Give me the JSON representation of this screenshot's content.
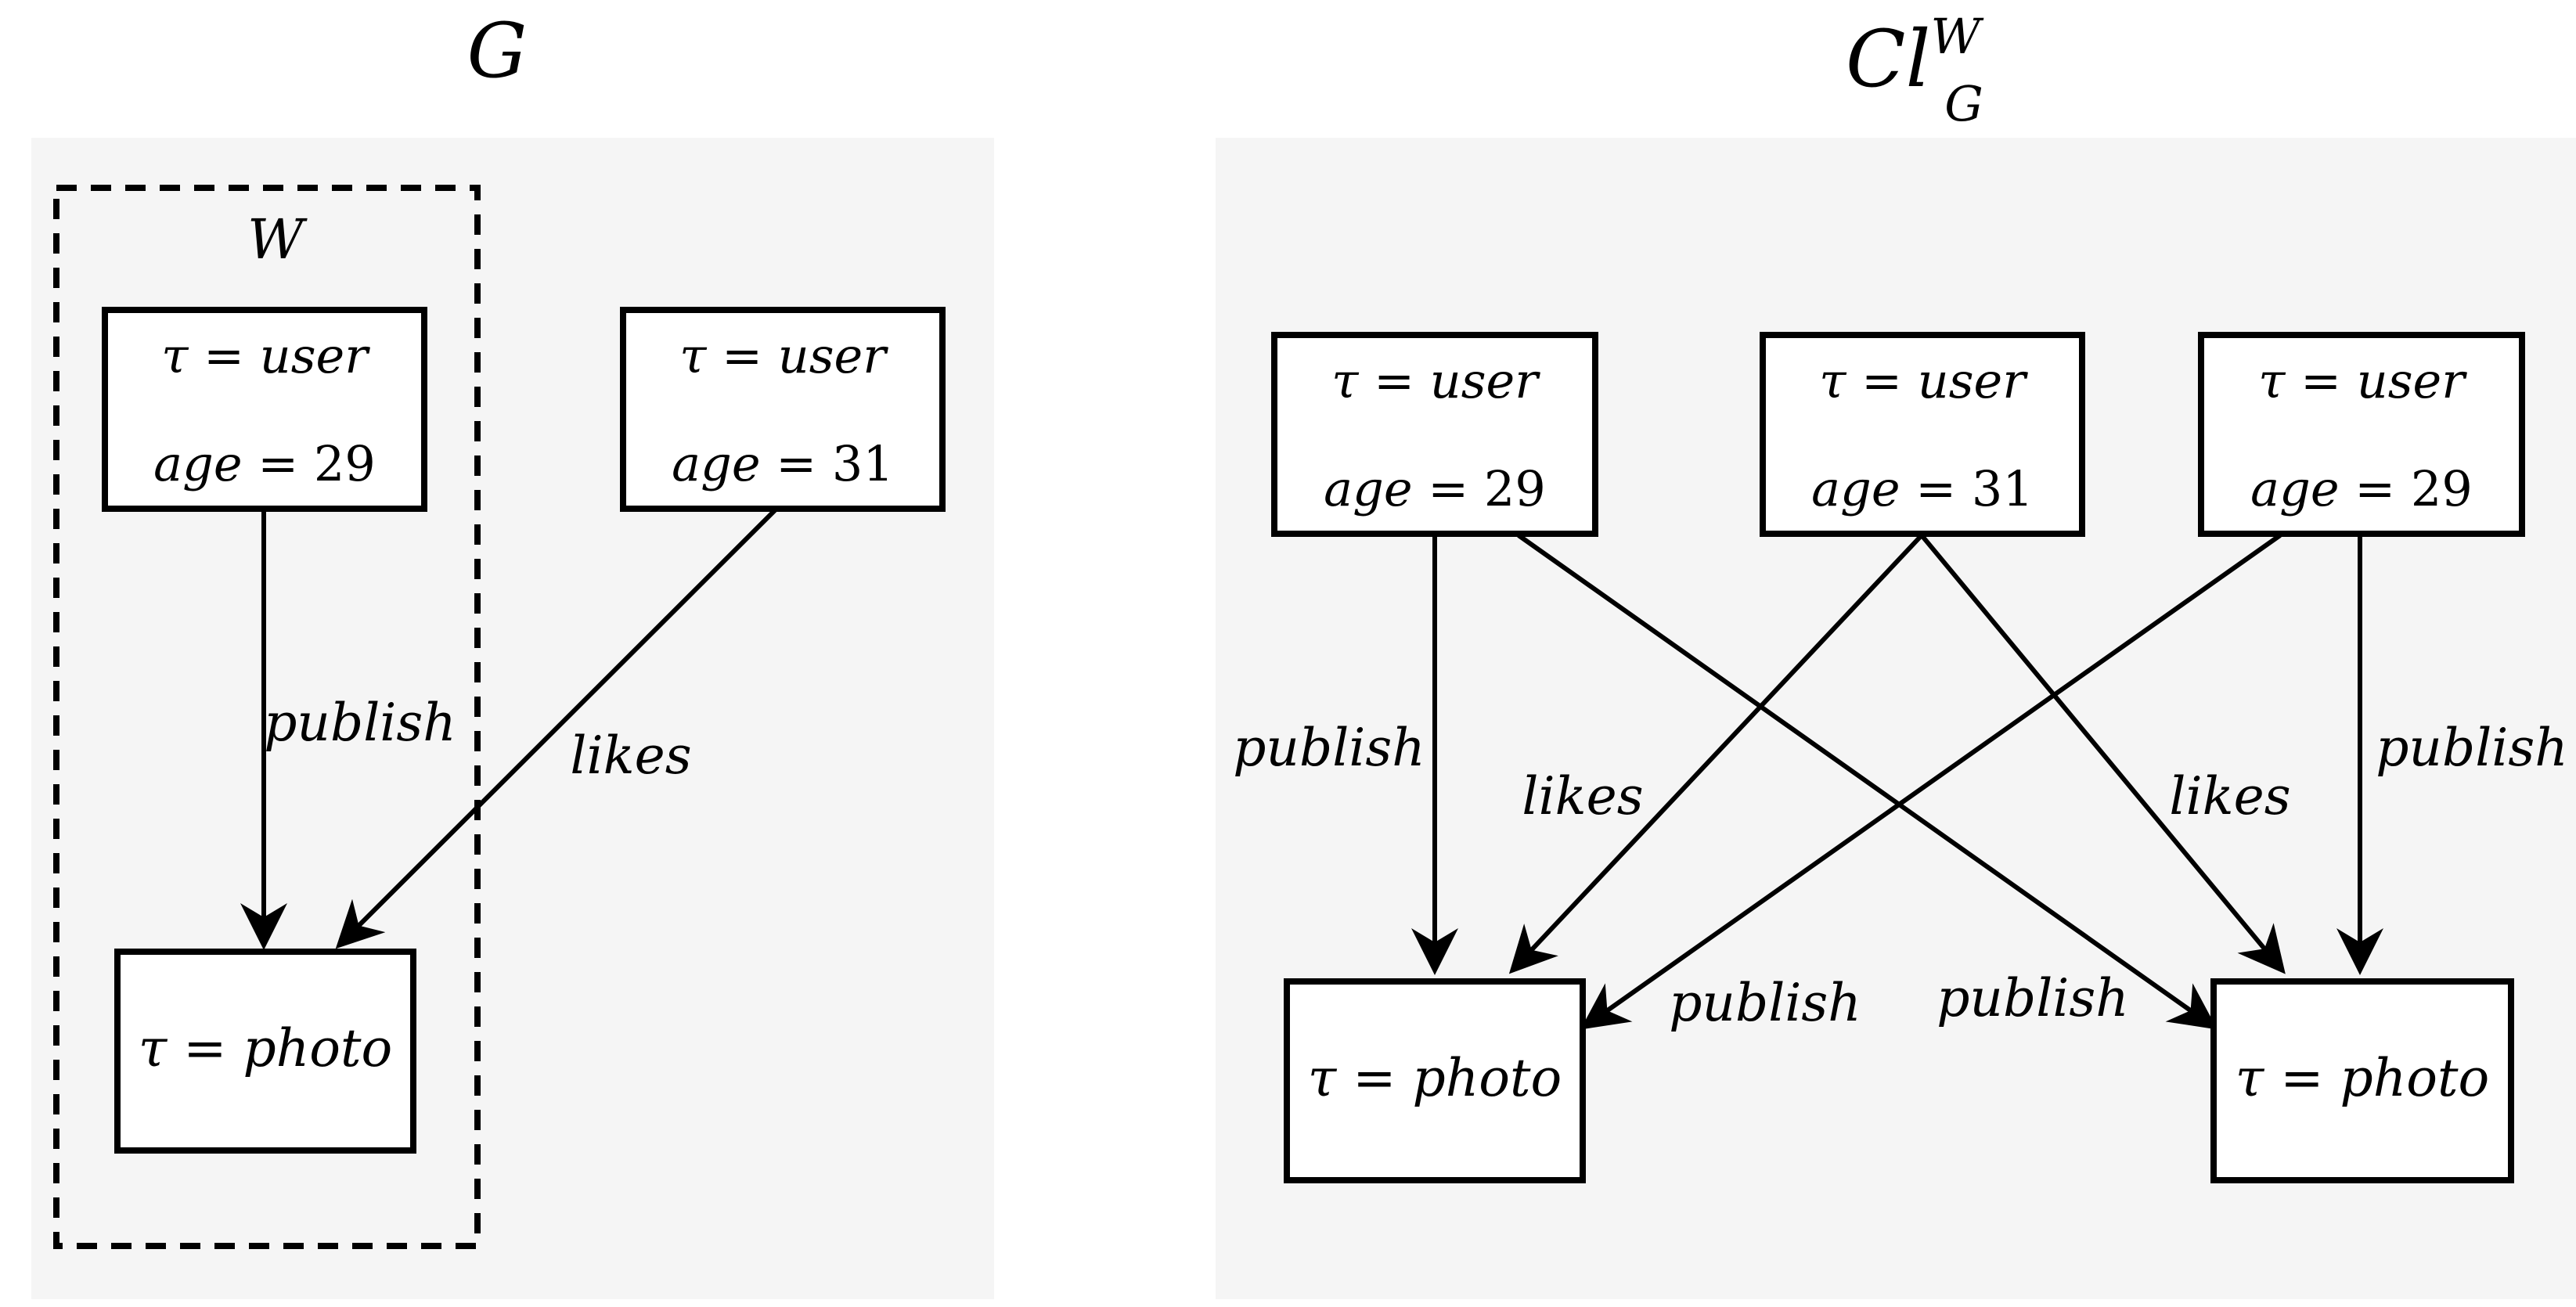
{
  "left": {
    "title": "G",
    "window_label": "W",
    "nodes": [
      {
        "line1": "τ = user",
        "line2": "age = 29"
      },
      {
        "line1": "τ = user",
        "line2": "age = 31"
      },
      {
        "line1": "τ = photo"
      }
    ],
    "edges": [
      {
        "label": "publish"
      },
      {
        "label": "likes"
      }
    ]
  },
  "right": {
    "title": "Cl",
    "title_sup": "W",
    "title_sub": "G",
    "nodes": [
      {
        "line1": "τ = user",
        "line2": "age = 29"
      },
      {
        "line1": "τ = user",
        "line2": "age = 31"
      },
      {
        "line1": "τ = user",
        "line2": "age = 29"
      },
      {
        "line1": "τ = photo"
      },
      {
        "line1": "τ = photo"
      }
    ],
    "edges": [
      {
        "label": "publish"
      },
      {
        "label": "likes"
      },
      {
        "label": "publish"
      },
      {
        "label": "publish"
      },
      {
        "label": "likes"
      },
      {
        "label": "publish"
      }
    ]
  },
  "colors": {
    "panel_bg": "#f5f5f5",
    "node_fill": "#ffffff",
    "stroke": "#000000"
  }
}
